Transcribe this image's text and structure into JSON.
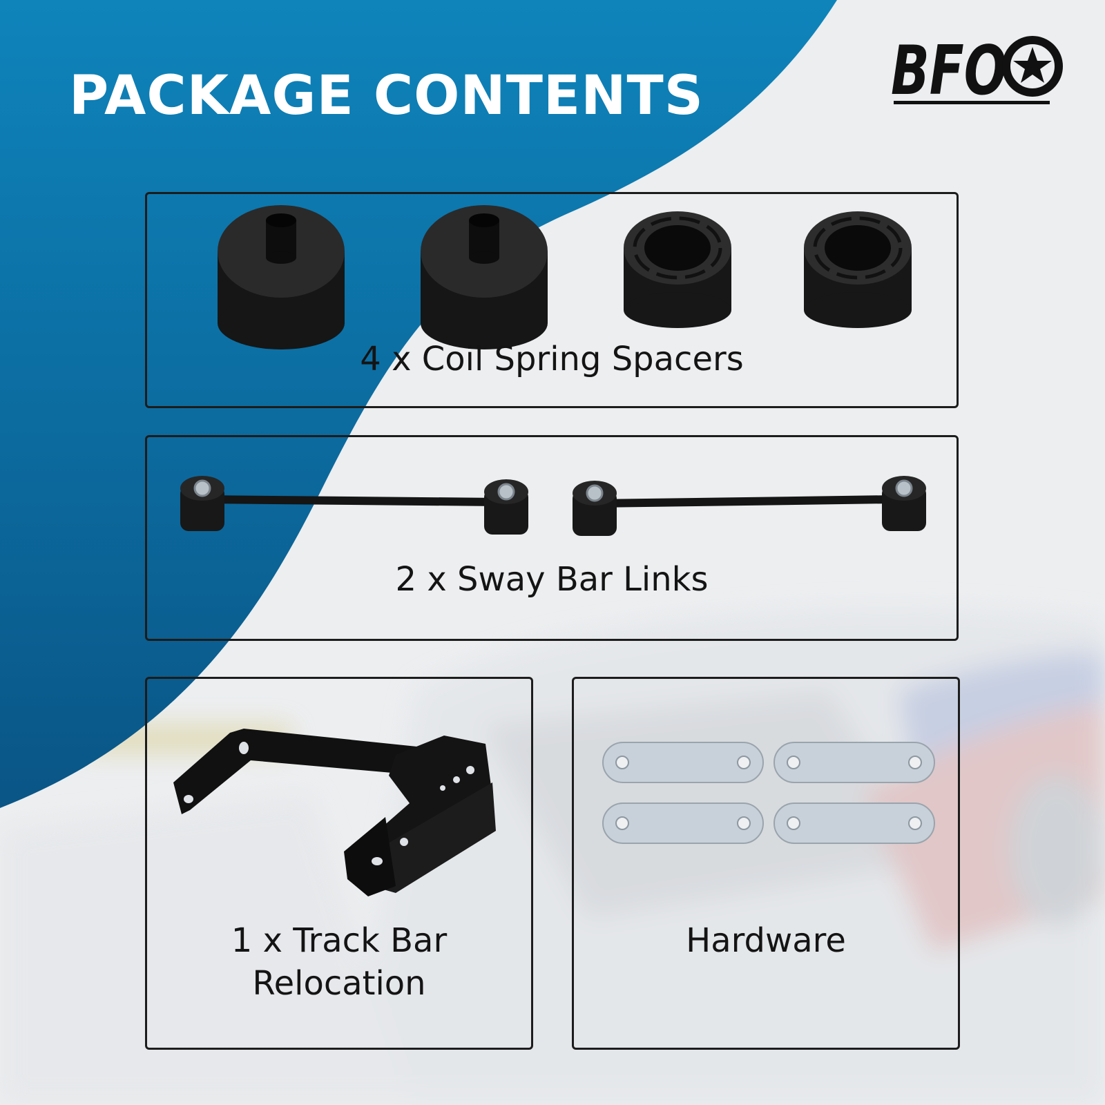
{
  "header": {
    "title": "PACKAGE CONTENTS",
    "brand": "BFO"
  },
  "panels": {
    "coil_spacers": {
      "label": "4 x Coil Spring Spacers"
    },
    "sway_bar_links": {
      "label": "2 x Sway Bar Links"
    },
    "track_bar": {
      "label_line1": "1 x Track Bar",
      "label_line2": "Relocation"
    },
    "hardware": {
      "label": "Hardware"
    }
  },
  "colors": {
    "blue_primary": "#0e7fb4",
    "blue_dark": "#0b5b8e",
    "part_black": "#1a1a1a",
    "plate_silver": "#c9d2da",
    "border": "#1c1c1c"
  },
  "icons": {
    "logo_star": "star-in-wheel-icon"
  }
}
